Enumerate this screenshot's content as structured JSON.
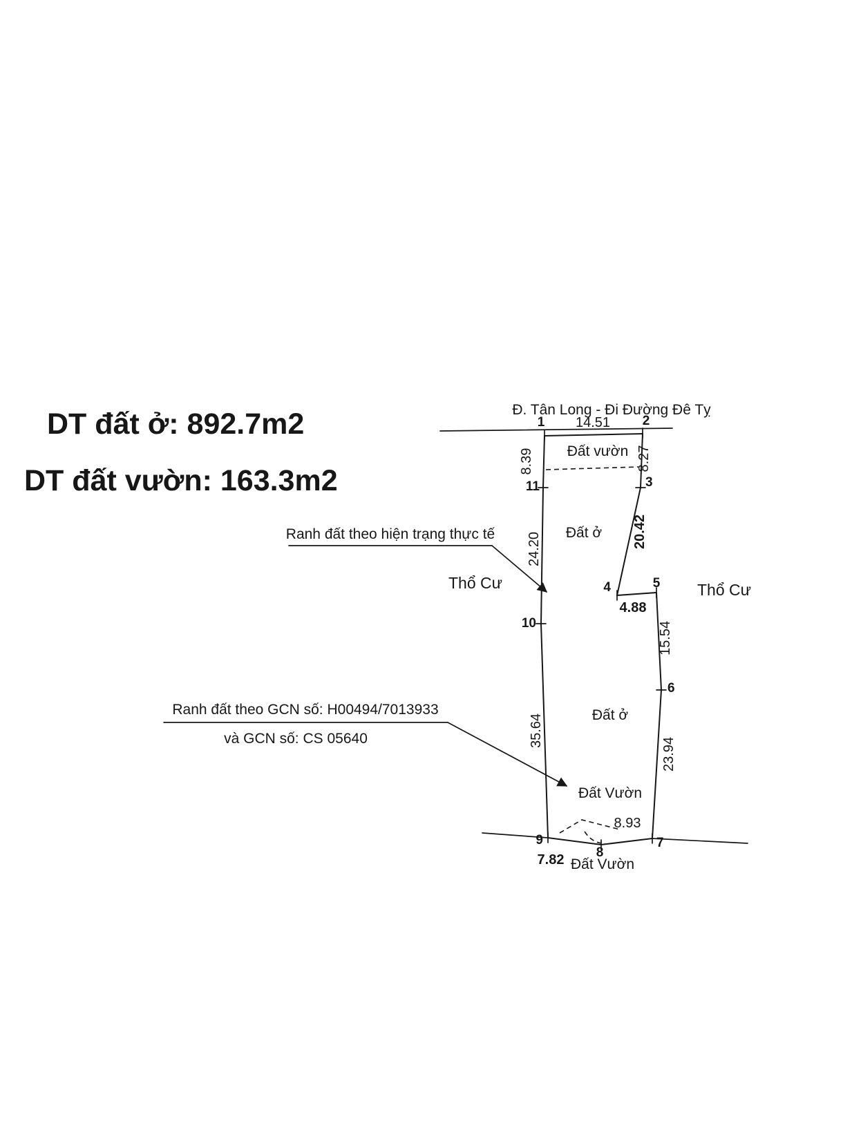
{
  "summary": {
    "line1": "DT đất ở: 892.7m2",
    "line2": "DT đất vườn: 163.3m2"
  },
  "road": {
    "label": "Đ. Tân Long - Đi Đường Đê Tỵ"
  },
  "zones": {
    "garden_top": "Đất vườn",
    "residential_upper": "Đất ở",
    "residential_lower": "Đất ở",
    "garden_lower": "Đất Vườn",
    "garden_bottom": "Đất Vườn",
    "tho_cu_left": "Thổ Cư",
    "tho_cu_right": "Thổ Cư"
  },
  "annotations": {
    "actual_boundary": "Ranh đất theo hiện trạng thực tế",
    "gcn_boundary_line1": "Ranh đất theo GCN số: H00494/7013933",
    "gcn_boundary_line2": "và GCN số: CS 05640"
  },
  "vertices": [
    "1",
    "2",
    "3",
    "4",
    "5",
    "6",
    "7",
    "8",
    "9",
    "10",
    "11"
  ],
  "measurements": {
    "edge_1_2": "14.51",
    "edge_1_11": "8.39",
    "edge_2_3": "8.27",
    "edge_11_10": "24.20",
    "edge_3_4": "20.42",
    "edge_4_5": "4.88",
    "edge_5_6": "15.54",
    "edge_10_9": "35.64",
    "edge_6_7": "23.94",
    "edge_8_7": "8.93",
    "edge_9_8": "7.82"
  },
  "colors": {
    "ink": "#171717",
    "background": "#ffffff"
  }
}
